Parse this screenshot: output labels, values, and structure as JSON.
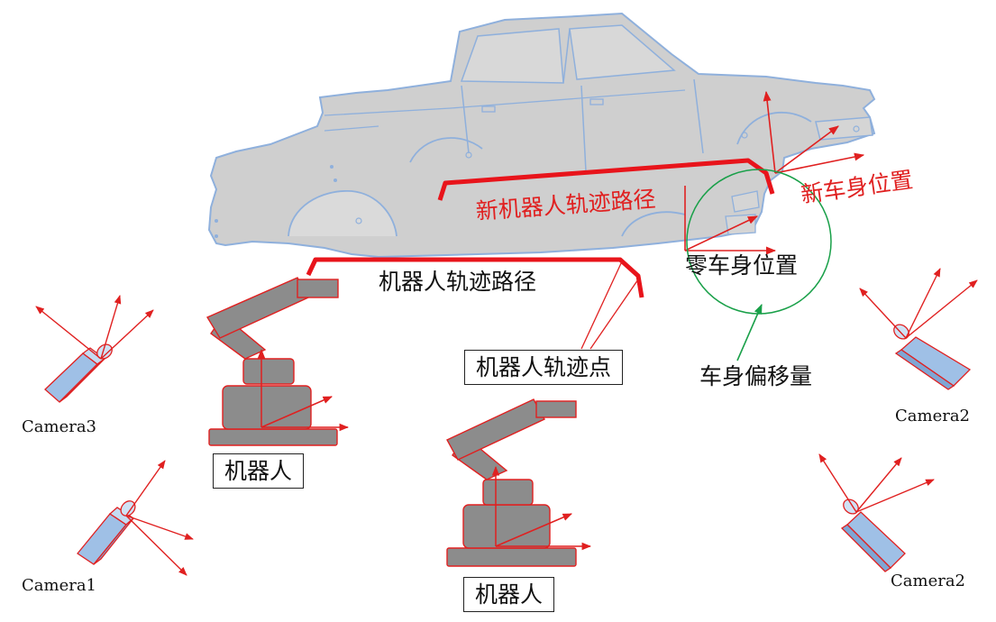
{
  "labels": {
    "new_robot_path": "新机器人轨迹路径",
    "new_body_position": "新车身位置",
    "zero_body_position": "零车身位置",
    "robot_path": "机器人轨迹路径",
    "robot_point": "机器人轨迹点",
    "body_offset": "车身偏移量",
    "robot_left": "机器人",
    "robot_center": "机器人"
  },
  "cameras": {
    "camera3": "Camera3",
    "camera1": "Camera1",
    "camera2_top": "Camera2",
    "camera2_bottom": "Camera2"
  },
  "colors": {
    "car_fill": "#cfcfcf",
    "car_stroke": "#8fb0dc",
    "path_red": "#e8141b",
    "arrow_red": "#e02020",
    "offset_green": "#19a049",
    "robot_fill": "#8c8c8c",
    "camera_fill": "#a9c8ea"
  }
}
